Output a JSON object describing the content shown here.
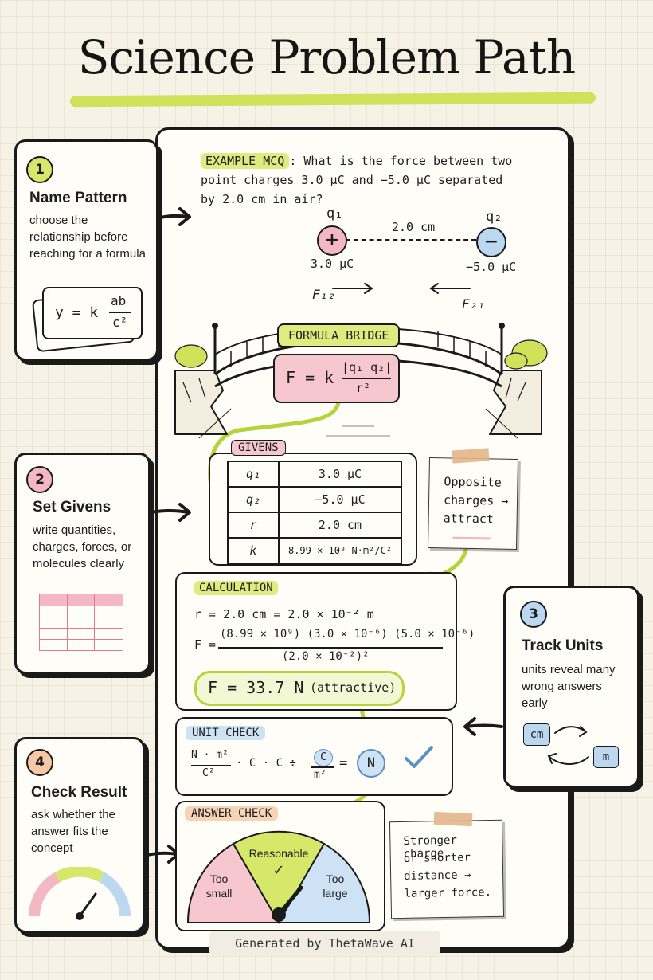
{
  "title": "Science Problem Path",
  "steps": [
    {
      "num": "1",
      "heading": "Name Pattern",
      "desc": "choose the relationship before reaching for a formula"
    },
    {
      "num": "2",
      "heading": "Set Givens",
      "desc": "write quantities, charges, forces, or molecules clearly"
    },
    {
      "num": "3",
      "heading": "Track Units",
      "desc": "units reveal many wrong answers early"
    },
    {
      "num": "4",
      "heading": "Check Result",
      "desc": "ask whether the answer fits the concept"
    }
  ],
  "pattern_card": {
    "formula_lhs": "y = k",
    "formula_num": "ab",
    "formula_den": "c²"
  },
  "example": {
    "tag": "EXAMPLE MCQ",
    "question_line1": ": What is the force between two",
    "question_line2": "point charges 3.0 μC and −5.0 μC separated",
    "question_line3": "by 2.0 cm in air?"
  },
  "charges": {
    "q1_label": "q₁",
    "q1_sign": "+",
    "q1_value": "3.0 μC",
    "q2_label": "q₂",
    "q2_sign": "−",
    "q2_value": "−5.0 μC",
    "distance": "2.0 cm",
    "f12": "F₁₂",
    "f21": "F₂₁"
  },
  "bridge": {
    "tag": "FORMULA BRIDGE",
    "formula_lhs": "F = k",
    "formula_num": "|q₁ q₂|",
    "formula_den": "r²"
  },
  "givens": {
    "tag": "GIVENS",
    "rows": [
      {
        "symbol": "q₁",
        "value": "3.0 μC"
      },
      {
        "symbol": "q₂",
        "value": "−5.0 μC"
      },
      {
        "symbol": "r",
        "value": "2.0 cm"
      },
      {
        "symbol": "k",
        "value": "8.99 × 10⁹ N·m²/C²"
      }
    ]
  },
  "note1": {
    "line1": "Opposite",
    "line2": "charges →",
    "line3": "attract"
  },
  "calculation": {
    "tag": "CALCULATION",
    "line1": "r = 2.0 cm = 2.0 × 10⁻² m",
    "f_lhs": "F =",
    "numerator": "(8.99 × 10⁹) (3.0 × 10⁻⁶) (5.0 × 10⁻⁶)",
    "denominator": "(2.0 × 10⁻²)²",
    "result": "F = 33.7 N",
    "result_note": "(attractive)"
  },
  "unit_check": {
    "tag": "UNIT CHECK",
    "t1_num": "N · m²",
    "t1_den": "C²",
    "dot": "· C · C ÷",
    "t2_num": "C",
    "t2_den": "m²",
    "eq": "=",
    "result": "N"
  },
  "units_card": {
    "unit1": "cm",
    "unit2": "m"
  },
  "answer_check": {
    "tag": "ANSWER CHECK",
    "low": "Too small",
    "mid": "Reasonable",
    "high": "Too large",
    "mid_mark": "✓"
  },
  "note2": {
    "line1": "Stronger charge",
    "line2": "or shorter",
    "line3": "distance →",
    "line4": "larger force."
  },
  "footer": "Generated by ThetaWave AI",
  "colors": {
    "green": "#cfe25a",
    "pink": "#f4b8c4",
    "blue": "#bcd8f1",
    "orange": "#f6c9a4",
    "ink": "#1a1a1a"
  }
}
